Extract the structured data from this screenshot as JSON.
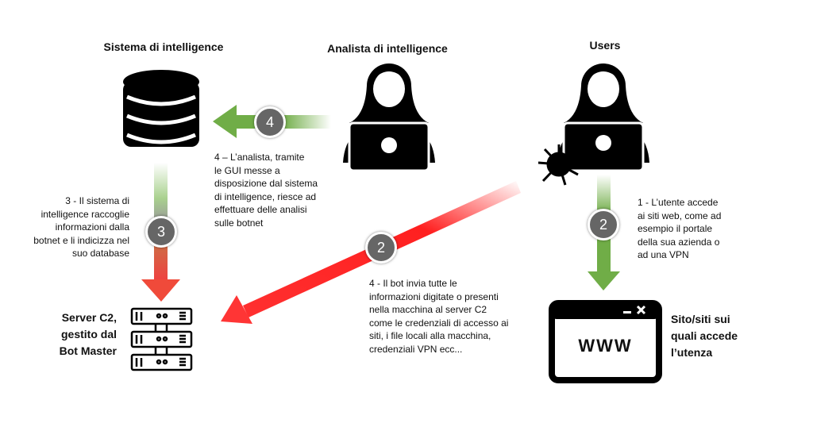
{
  "titles": {
    "system": "Sistema di intelligence",
    "analyst": "Analista di intelligence",
    "users": "Users"
  },
  "steps": {
    "analyst_text": [
      "4 – L’analista, tramite",
      "le GUI messe a",
      "disposizione dal sistema",
      "di intelligence, riesce ad",
      "effettuare delle analisi",
      "sulle botnet"
    ],
    "system_text": [
      "3 - Il sistema di",
      "intelligence  raccoglie",
      "informazioni dalla",
      "botnet e li indicizza nel",
      "suo database"
    ],
    "user_text": [
      "1 - L’utente accede",
      "ai siti web, come ad",
      "esempio il portale",
      "della sua azienda o",
      "ad una VPN"
    ],
    "bot_text": [
      "4 - Il bot invia tutte le",
      "informazioni digitate o presenti",
      "nella macchina al server C2",
      "come le credenziali di accesso ai",
      "siti, i file locali alla macchina,",
      "credenziali VPN  ecc..."
    ]
  },
  "labels": {
    "server": [
      "Server C2,",
      "gestito dal",
      "Bot Master"
    ],
    "site": [
      "Sito/siti sui",
      "quali accede",
      "l’utenza"
    ],
    "www": "WWW"
  },
  "badges": {
    "analyst": "4",
    "system": "3",
    "bot": "2",
    "user": "2"
  },
  "colors": {
    "green": "#70ad47",
    "red": "#ff1a1a",
    "badge": "#666666"
  }
}
